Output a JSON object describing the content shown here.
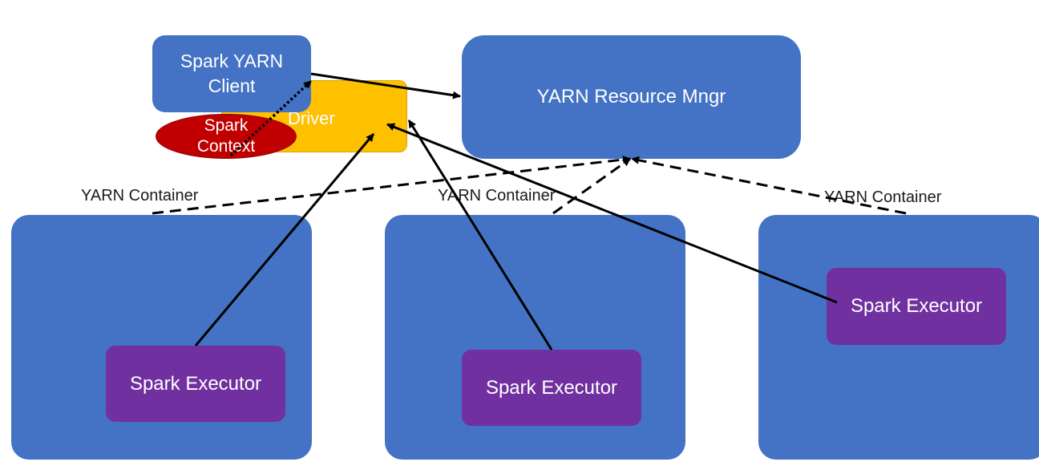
{
  "client": {
    "line1": "Spark YARN",
    "line2": "Client"
  },
  "driver": {
    "label": "Driver"
  },
  "context": {
    "line1": "Spark",
    "line2": "Context"
  },
  "resource_manager": {
    "label": "YARN Resource Mngr"
  },
  "containers": [
    {
      "label": "YARN Container",
      "executor": "Spark Executor"
    },
    {
      "label": "YARN Container",
      "executor": "Spark Executor"
    },
    {
      "label": "YARN Container",
      "executor": "Spark Executor"
    }
  ],
  "colors": {
    "container_blue": "#4472c4",
    "executor_purple": "#7030a0",
    "driver_yellow": "#ffc000",
    "context_red": "#c00000"
  }
}
